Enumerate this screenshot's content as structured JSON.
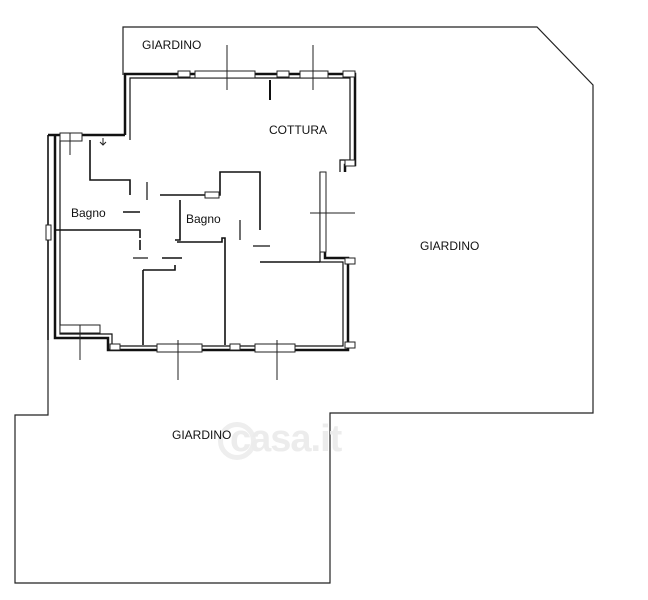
{
  "rooms": {
    "giardino_top": "GIARDINO",
    "cottura": "COTTURA",
    "bagno_left": "Bagno",
    "bagno_right": "Bagno",
    "giardino_right": "GIARDINO",
    "giardino_bottom": "GIARDINO"
  },
  "watermark": "casa.it"
}
